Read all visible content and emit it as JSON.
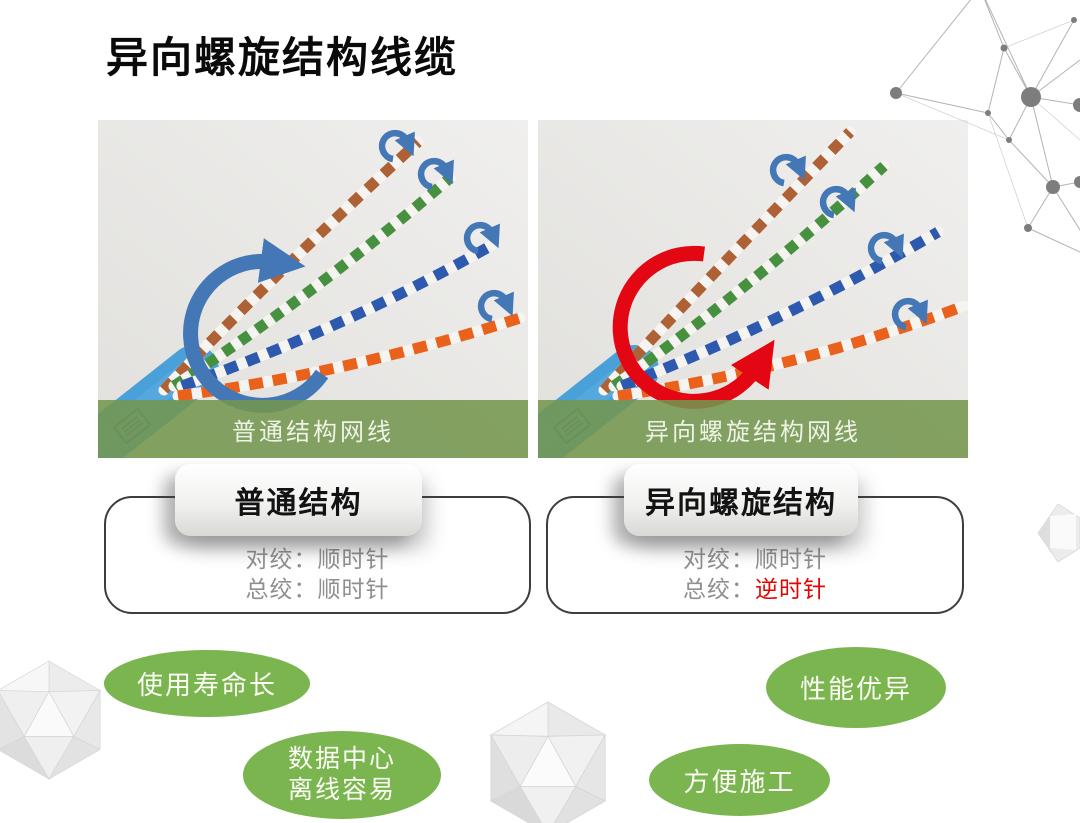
{
  "slide": {
    "title": "异向螺旋结构线缆"
  },
  "panels": [
    {
      "banner": "普通结构网线",
      "button": "普通结构",
      "rows": [
        {
          "label": "对绞：",
          "value": "顺时针"
        },
        {
          "label": "总绞：",
          "value": "顺时针"
        }
      ]
    },
    {
      "banner": "异向螺旋结构网线",
      "button": "异向螺旋结构",
      "rows": [
        {
          "label": "对绞：",
          "value": "顺时针"
        },
        {
          "label": "总绞：",
          "value": "逆时针"
        }
      ]
    }
  ],
  "benefits": [
    {
      "lines": [
        "使用寿命长"
      ]
    },
    {
      "lines": [
        "数据中心",
        "离线容易"
      ]
    },
    {
      "lines": [
        "性能优异"
      ]
    },
    {
      "lines": [
        "方便施工"
      ]
    }
  ],
  "icons": {
    "left_big_arrow": "clockwise-rotation-arrow",
    "right_big_arrow": "counterclockwise-rotation-arrow",
    "pair_tip_arrows": "twist-direction-arrow"
  },
  "colors": {
    "banner_green": "#7d9c60",
    "benefit_green": "#7ab54f",
    "highlight_red": "#e10600",
    "arrow_blue": "#4377b6",
    "arrow_red": "#e30613",
    "label_gray": "#8f8f8f"
  }
}
